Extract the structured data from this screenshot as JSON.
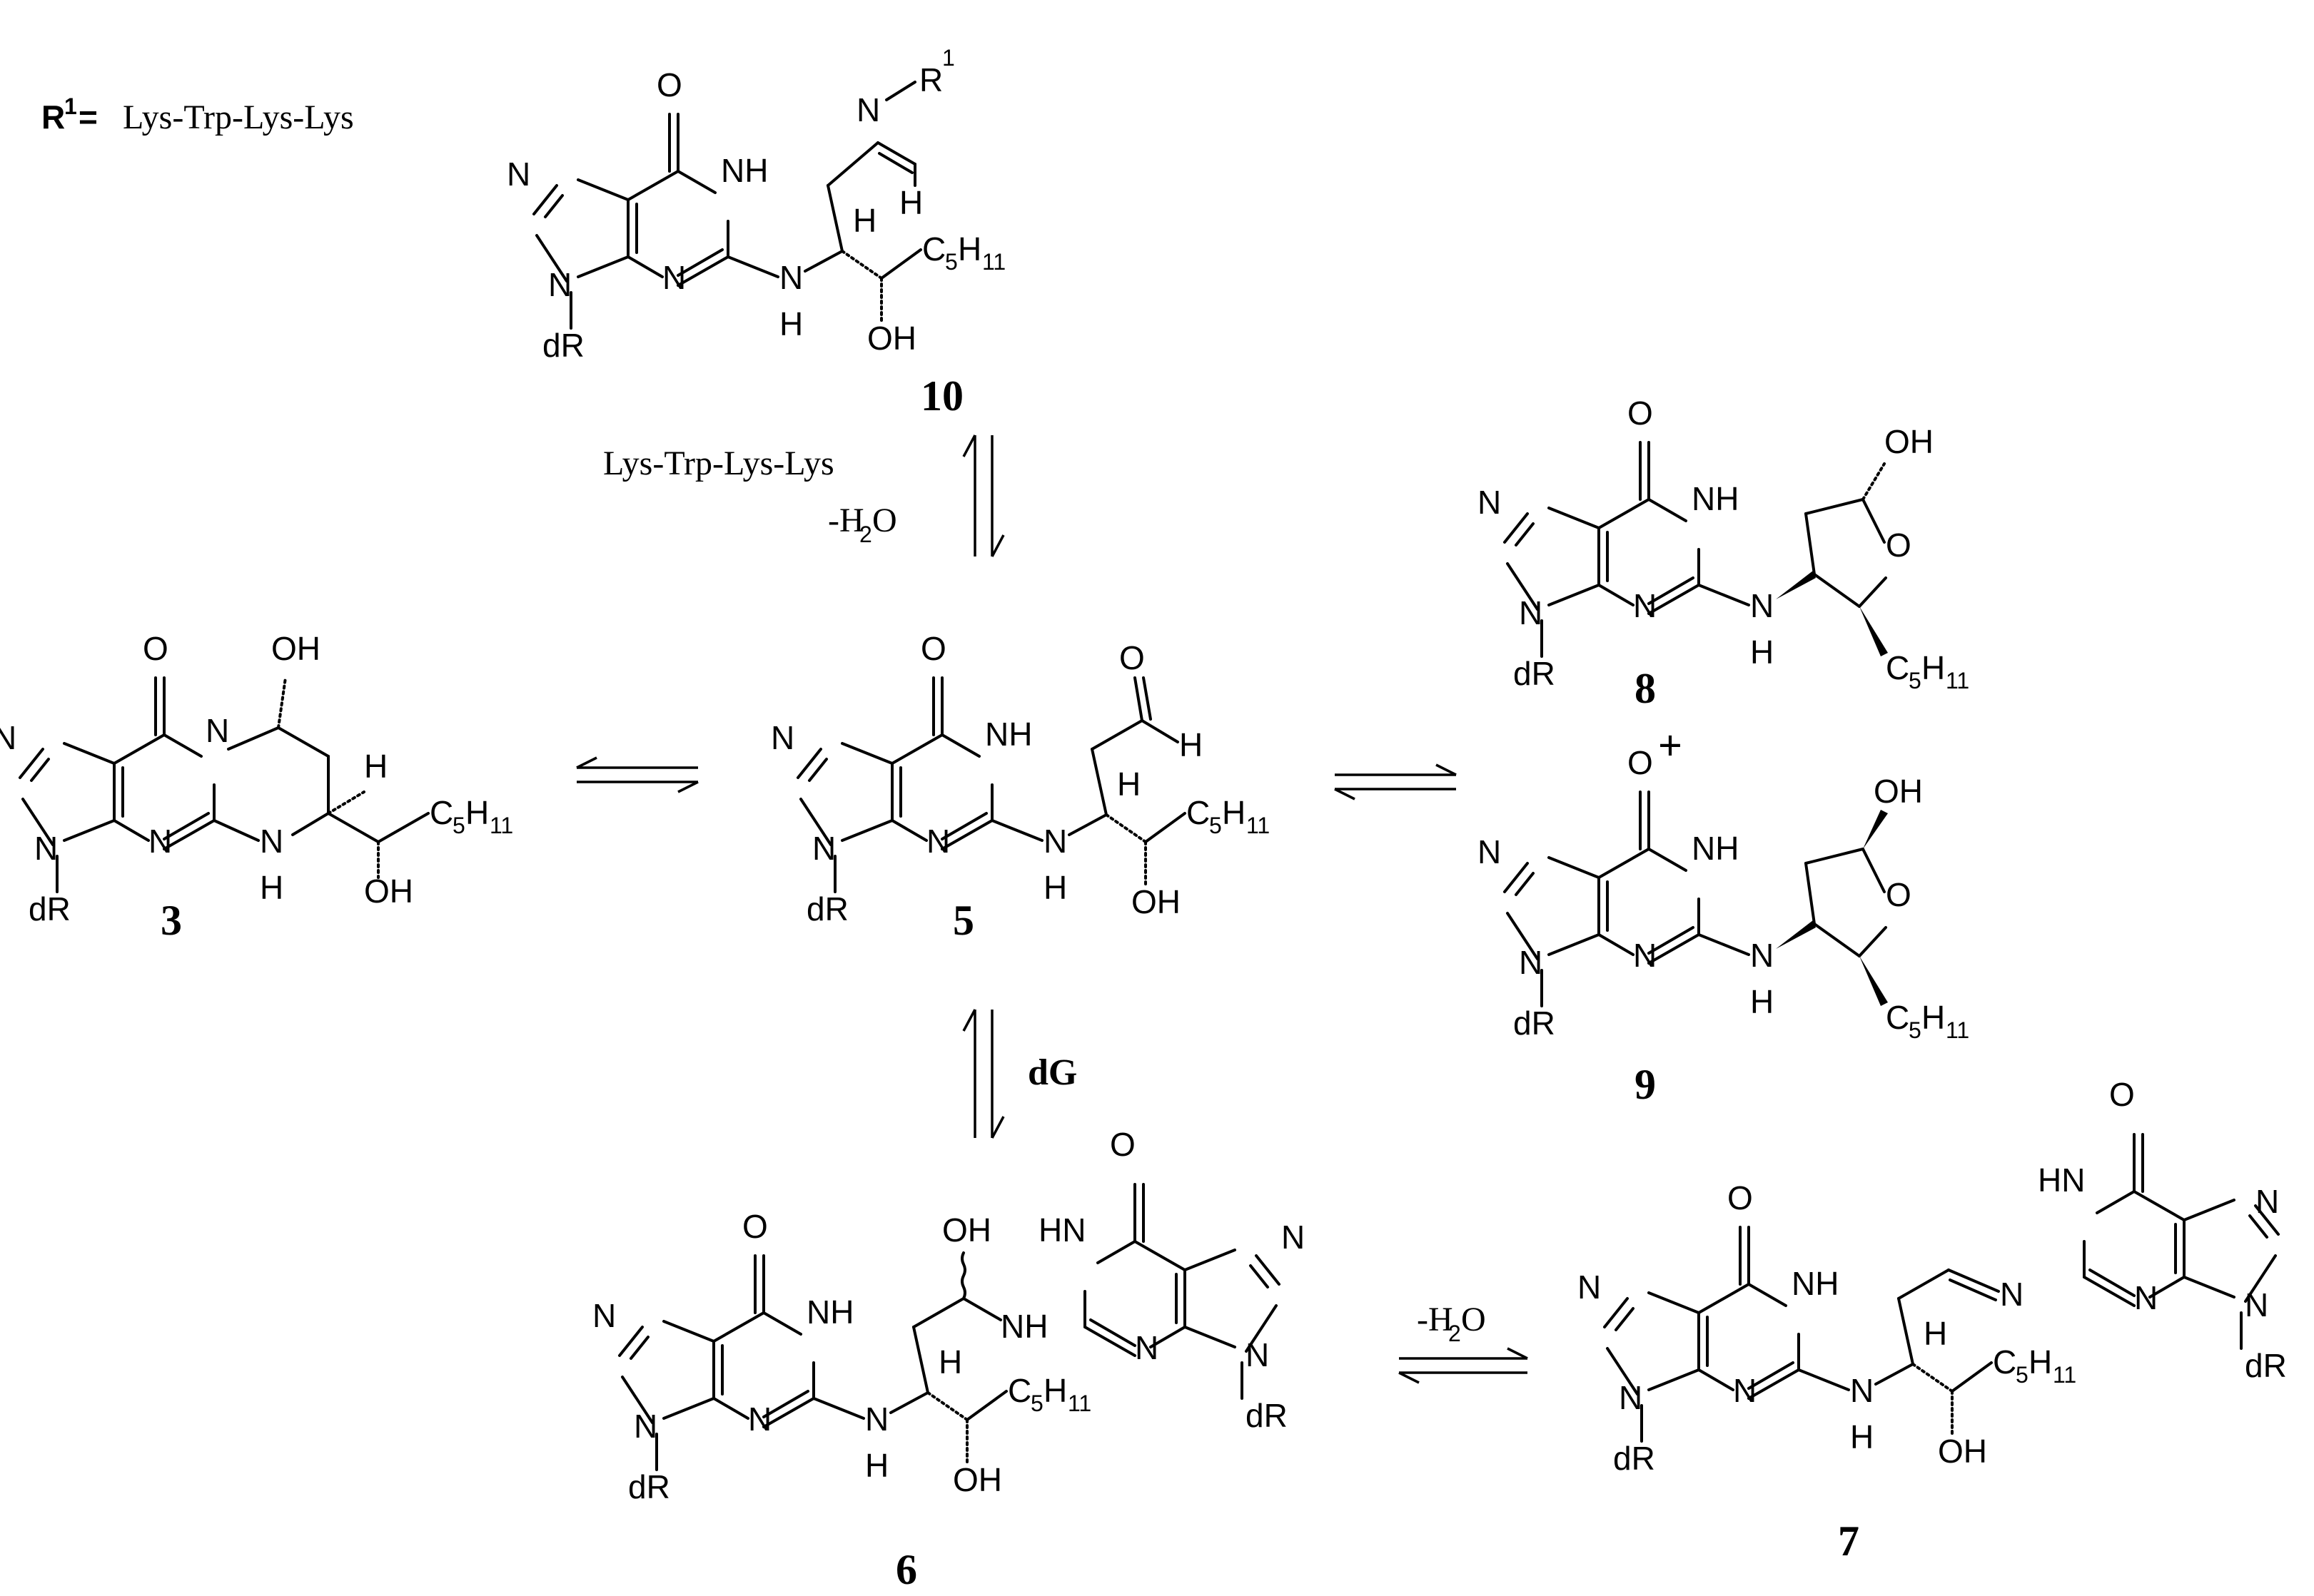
{
  "definition": {
    "r_symbol": "R",
    "r_sup": "1",
    "equals": "=",
    "peptide": "Lys-Trp-Lys-Lys"
  },
  "atoms": {
    "O": "O",
    "N": "N",
    "NH": "NH",
    "HN": "HN",
    "H": "H",
    "OH": "OH",
    "dR": "dR",
    "C5H11_C": "C",
    "C5H11_5": "5",
    "C5H11_H": "H",
    "C5H11_11": "11",
    "R": "R",
    "R_sup": "1"
  },
  "compounds": {
    "c10": "10",
    "c5": "5",
    "c3": "3",
    "c8": "8",
    "c9": "9",
    "c6": "6",
    "c7": "7",
    "plus": "+"
  },
  "conditions": {
    "top_reagent": "Lys-Trp-Lys-Lys",
    "minus_water": "-H",
    "water_sub": "2",
    "water_o": "O",
    "dG": "dG"
  }
}
